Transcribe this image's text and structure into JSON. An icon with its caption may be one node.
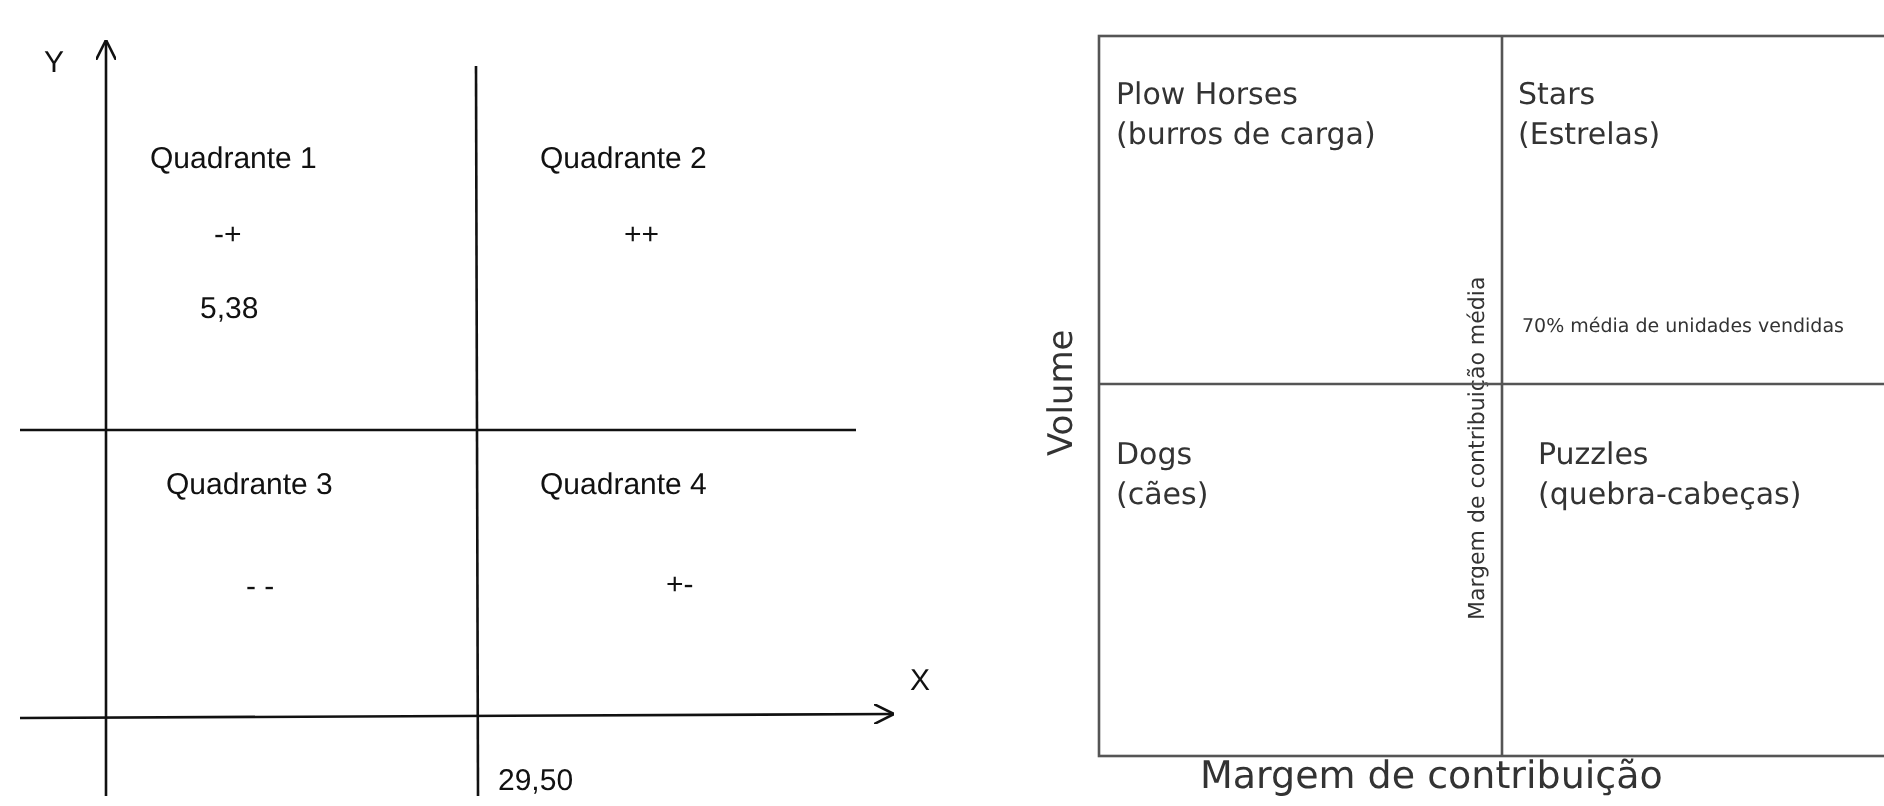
{
  "diagram": {
    "nodes": [
      {
        "text": [
          "Plow Horses",
          "(burros de carga)"
        ]
      },
      {
        "text": [
          "Stars",
          "(Estrelas)",
          "70% média de unidades vendidas"
        ]
      },
      {
        "text": [
          "Dogs",
          "(cães)"
        ]
      },
      {
        "text": [
          "Puzzles",
          "(quebra-cabeças)"
        ]
      }
    ],
    "edges": [],
    "labels": [
      "Y",
      "Quadrante 1",
      "Quadrante 2",
      "-+",
      "++",
      "5,38",
      "Quadrante 3",
      "Quadrante 4",
      "- -",
      "+-",
      "X",
      "29,50",
      "Volume",
      "Margem de contribuição média",
      "Margem de contribuição"
    ]
  }
}
